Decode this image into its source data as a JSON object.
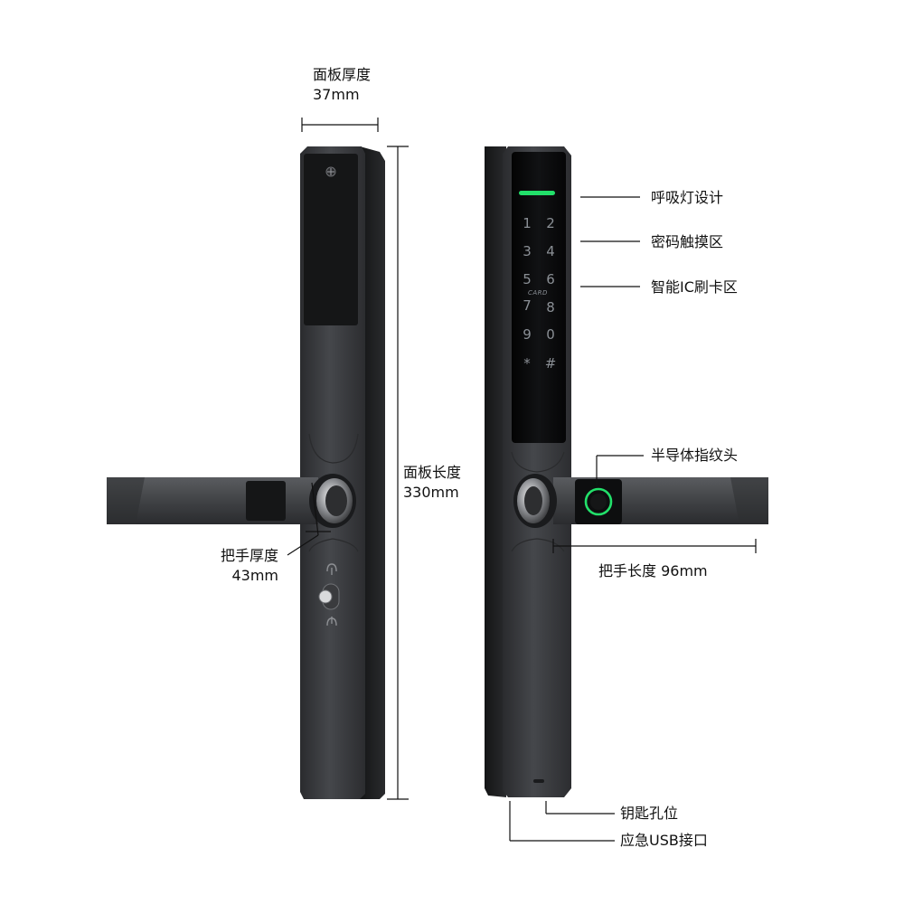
{
  "annotations": {
    "panel_thickness_label": "面板厚度",
    "panel_thickness_value": "37mm",
    "panel_length_label": "面板长度",
    "panel_length_value": "330mm",
    "handle_thickness_label": "把手厚度",
    "handle_thickness_value": "43mm",
    "breathing_light": "呼吸灯设计",
    "password_touch": "密码触摸区",
    "ic_card_area": "智能IC刷卡区",
    "fingerprint_head": "半导体指纹头",
    "handle_length": "把手长度 96mm",
    "key_hole": "钥匙孔位",
    "usb_port": "应急USB接口"
  },
  "keypad": {
    "keys": [
      "1",
      "2",
      "3",
      "4",
      "5",
      "6",
      "7",
      "8",
      "9",
      "0",
      "*",
      "#"
    ],
    "card_mark": "CARD"
  },
  "colors": {
    "body": "#3b3d40",
    "body_dark": "#1c1d1f",
    "glass": "#08090a",
    "accent_green": "#22e06a",
    "key_text": "#8a8f95",
    "leader_line": "#111111"
  },
  "icons": {
    "screw": "screw-icon",
    "key_cylinder": "key-cylinder-icon",
    "fingerprint": "fingerprint-sensor-icon"
  }
}
